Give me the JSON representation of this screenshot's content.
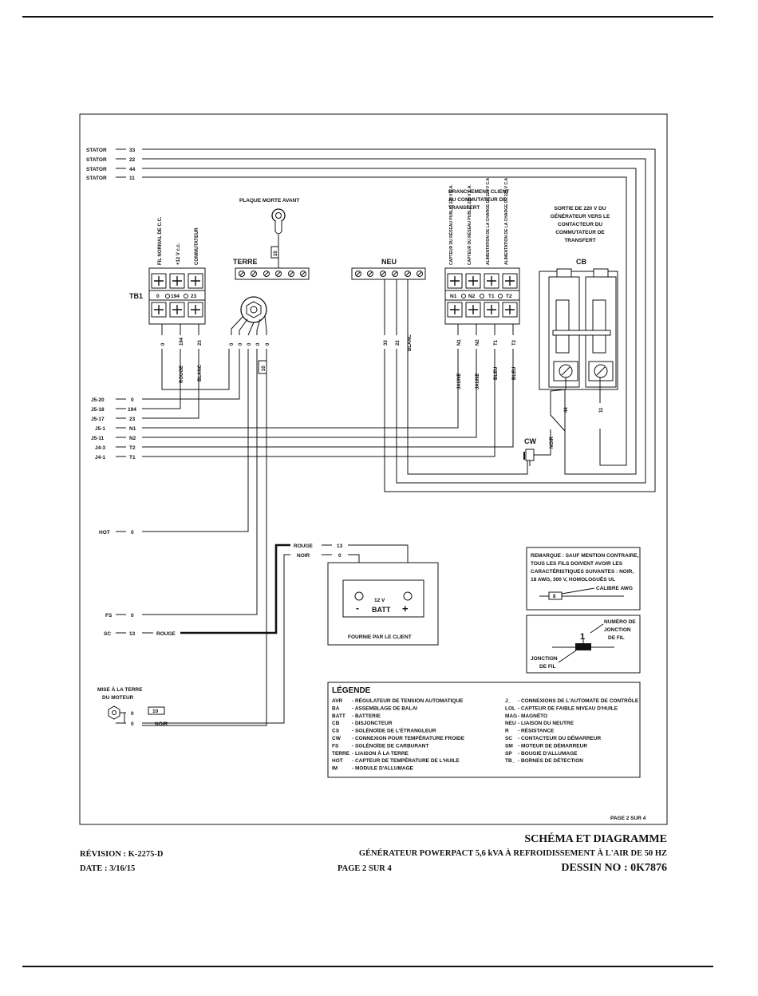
{
  "stator": {
    "rows": [
      {
        "label": "STATOR",
        "num": "33"
      },
      {
        "label": "STATOR",
        "num": "22"
      },
      {
        "label": "STATOR",
        "num": "44"
      },
      {
        "label": "STATOR",
        "num": "11"
      }
    ]
  },
  "left_terms": [
    {
      "label": "J5-20",
      "num": "0"
    },
    {
      "label": "J5-18",
      "num": "194"
    },
    {
      "label": "J5-17",
      "num": "23"
    },
    {
      "label": "J5-1",
      "num": "N1"
    },
    {
      "label": "J5-11",
      "num": "N2"
    },
    {
      "label": "J4-3",
      "num": "T2"
    },
    {
      "label": "J4-1",
      "num": "T1"
    }
  ],
  "tb1": {
    "name": "TB1",
    "headers": [
      "FIL NORMAL DE C.C.",
      "+12 V c.c.",
      "COMMUTATEUR"
    ],
    "terms": [
      "0",
      "194",
      "23"
    ],
    "wires": [
      "0",
      "194",
      "23"
    ],
    "colors": [
      "ROUGE",
      "BLANC"
    ]
  },
  "terre": {
    "name": "TERRE",
    "title": "PLAQUE MORTE AVANT",
    "tag": "10",
    "wires": [
      "0",
      "0",
      "0",
      "0",
      "0"
    ],
    "wire_tag": "10"
  },
  "neu": {
    "name": "NEU",
    "wires": [
      "33",
      "22"
    ],
    "color": "BLANC"
  },
  "branch": {
    "title": "BRANCHEMENT CLIENT AU COMMUTATEUR DE TRANSFERT",
    "headers": [
      "CAPTEUR DU RÉSEAU PUBLIC 220 V C.A.",
      "CAPTEUR DU RÉSEAU PUBLIC 220 V C.A.",
      "ALIMENTATION DE LA CHARGE DE 220 V C.A.",
      "ALIMENTATION DE LA CHARGE DE 220 V C.A."
    ],
    "terms": [
      "N1",
      "N2",
      "T1",
      "T2"
    ],
    "wires": [
      "N1",
      "N2",
      "T1",
      "T2"
    ],
    "colors": [
      "JAUNE",
      "JAUNE",
      "BLEU",
      "BLEU"
    ]
  },
  "cb": {
    "name": "CB",
    "title": "SORTIE DE 220 V DU GÉNÉRATEUR VERS LE CONTACTEUR DU COMMUTATEUR DE TRANSFERT",
    "wires": [
      "44",
      "11"
    ],
    "noir": "NOIR"
  },
  "cw": {
    "name": "CW"
  },
  "hot": {
    "label": "HOT",
    "num": "0"
  },
  "batt": {
    "rouge_label": "ROUGE",
    "rouge_num": "13",
    "noir_label": "NOIR",
    "noir_num": "0",
    "voltage": "12 V",
    "name": "BATT",
    "minus": "-",
    "plus": "+",
    "caption": "FOURNIE PAR LE CLIENT"
  },
  "fs": {
    "label": "FS",
    "num": "0"
  },
  "sc": {
    "label": "SC",
    "num": "13",
    "color": "ROUGE"
  },
  "ground": {
    "title_line1": "MISE À LA TERRE",
    "title_line2": "DU MOTEUR",
    "num1": "0",
    "tag": "10",
    "num2": "0",
    "color": "NOIR"
  },
  "remark": {
    "lines": [
      "REMARQUE : SAUF MENTION CONTRAIRE,",
      "TOUS LES FILS DOIVENT AVOIR LES",
      "CARACTÉRISTIQUES SUIVANTES : NOIR,",
      "18 AWG, 300 V, HOMOLOGUÉS UL"
    ],
    "gauge_label": "CALIBRE AWG",
    "gauge_value": "8"
  },
  "junction": {
    "num": "1",
    "num_label_line1": "NUMÉRO DE",
    "num_label_line2": "JONCTION",
    "num_label_line3": "DE FIL",
    "label_line1": "JONCTION",
    "label_line2": "DE FIL"
  },
  "legend": {
    "title": "LÉGENDE",
    "left": [
      {
        "abbr": "AVR",
        "desc": "- RÉGULATEUR DE TENSION AUTOMATIQUE"
      },
      {
        "abbr": "BA",
        "desc": "- ASSEMBLAGE DE BALAI"
      },
      {
        "abbr": "BATT",
        "desc": "- BATTERIE"
      },
      {
        "abbr": "CB",
        "desc": "- DISJONCTEUR"
      },
      {
        "abbr": "CS",
        "desc": "- SOLÉNOÏDE DE L'ÉTRANGLEUR"
      },
      {
        "abbr": "CW",
        "desc": "- CONNEXION POUR TEMPÉRATURE FROIDE"
      },
      {
        "abbr": "FS",
        "desc": "- SOLÉNOÏDE DE CARBURANT"
      },
      {
        "abbr": "TERRE",
        "desc": "- LIAISON À LA TERRE"
      },
      {
        "abbr": "HOT",
        "desc": "- CAPTEUR DE TEMPÉRATURE DE L'HUILE"
      },
      {
        "abbr": "IM",
        "desc": "- MODULE D'ALLUMAGE"
      }
    ],
    "right": [
      {
        "abbr": "J_",
        "desc": "- CONNEXIONS DE L'AUTOMATE DE CONTRÔLE"
      },
      {
        "abbr": "LOL",
        "desc": "- CAPTEUR DE FAIBLE NIVEAU D'HUILE"
      },
      {
        "abbr": "MAG",
        "desc": "- MAGNÉTO"
      },
      {
        "abbr": "NEU",
        "desc": "- LIAISON DU NEUTRE"
      },
      {
        "abbr": "R",
        "desc": "- RÉSISTANCE"
      },
      {
        "abbr": "SC",
        "desc": "- CONTACTEUR DU DÉMARREUR"
      },
      {
        "abbr": "SM",
        "desc": "- MOTEUR DE DÉMARREUR"
      },
      {
        "abbr": "SP",
        "desc": "- BOUGIE D'ALLUMAGE"
      },
      {
        "abbr": "TB_",
        "desc": "- BORNES DE DÉTECTION"
      }
    ]
  },
  "page_inner": "PAGE 2 SUR 4",
  "footer": {
    "title": "SCHÉMA ET DIAGRAMME",
    "subtitle": "GÉNÉRATEUR POWERPACT 5,6 kVA À REFROIDISSEMENT À L'AIR DE 50 HZ",
    "revision": "RÉVISION : K-2275-D",
    "date": "DATE : 3/16/15",
    "page": "PAGE 2 SUR 4",
    "drawing": "DESSIN NO : 0K7876"
  }
}
